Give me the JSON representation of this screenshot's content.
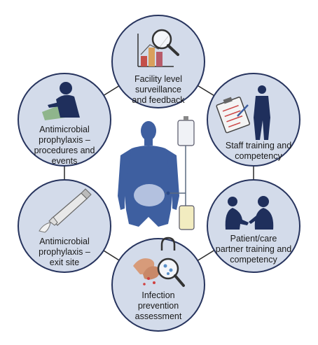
{
  "nodes": [
    {
      "id": "surveillance",
      "lines": [
        "Facility level",
        "surveillance",
        "and feedback"
      ],
      "icon": "chart-magnifier-icon"
    },
    {
      "id": "staff-training",
      "lines": [
        "Staff training and",
        "competency"
      ],
      "icon": "nurse-clipboard-icon"
    },
    {
      "id": "patient-training",
      "lines": [
        "Patient/care",
        "partner training and",
        "competency"
      ],
      "icon": "two-people-talking-icon"
    },
    {
      "id": "infection-prevention",
      "lines": [
        "Infection",
        "prevention",
        "assessment"
      ],
      "icon": "handwashing-magnifier-icon"
    },
    {
      "id": "prophylaxis-exit-site",
      "lines": [
        "Antimicrobial",
        "prophylaxis –",
        "exit site"
      ],
      "icon": "ointment-tube-icon"
    },
    {
      "id": "prophylaxis-procedures",
      "lines": [
        "Antimicrobial",
        "prophylaxis –",
        "procedures and",
        "events"
      ],
      "icon": "surgeon-icon"
    }
  ],
  "center": {
    "icon": "peritoneal-dialysis-patient-icon"
  },
  "colors": {
    "circle_fill": "#d3dbea",
    "circle_stroke": "#27345e",
    "connector": "#2a2a2a",
    "figure": "#3e5fa0",
    "bag": "#f2ecc0",
    "text": "#1a1a1a"
  }
}
